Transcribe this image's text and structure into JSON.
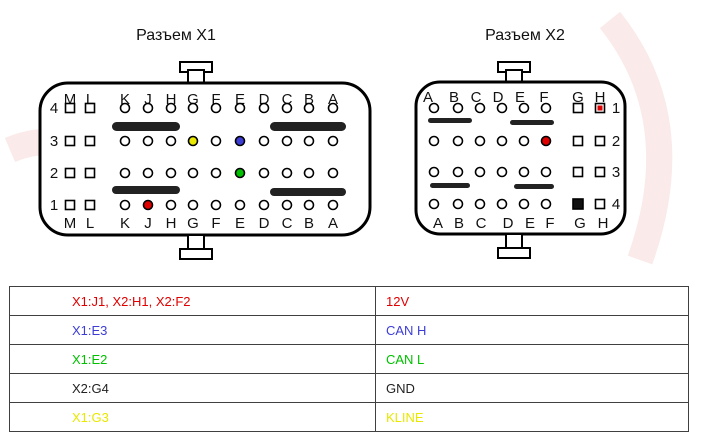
{
  "colors": {
    "red": "#e00000",
    "blue": "#3d3dd6",
    "green": "#00c000",
    "yellow": "#e8e800",
    "dark": "#333333"
  },
  "connectors": [
    {
      "title": "Разъем X1",
      "top_letters": [
        "M",
        "L",
        "K",
        "J",
        "H",
        "G",
        "F",
        "E",
        "D",
        "C",
        "B",
        "A"
      ],
      "bottom_letters": [
        "M",
        "L",
        "K",
        "J",
        "H",
        "G",
        "F",
        "E",
        "D",
        "C",
        "B",
        "A"
      ],
      "row_numbers": [
        "4",
        "3",
        "2",
        "1"
      ],
      "pins": [
        {
          "label": "X1:J1",
          "color": "red"
        },
        {
          "label": "X1:E3",
          "color": "blue"
        },
        {
          "label": "X1:E2",
          "color": "green"
        },
        {
          "label": "X1:G3",
          "color": "yellow"
        }
      ]
    },
    {
      "title": "Разъем X2",
      "top_letters": [
        "A",
        "B",
        "C",
        "D",
        "E",
        "F",
        "G",
        "H"
      ],
      "bottom_letters": [
        "A",
        "B",
        "C",
        "D",
        "E",
        "F",
        "G",
        "H"
      ],
      "row_numbers": [
        "1",
        "2",
        "3",
        "4"
      ],
      "pins": [
        {
          "label": "X2:H1",
          "color": "red"
        },
        {
          "label": "X2:F2",
          "color": "red"
        },
        {
          "label": "X2:G4",
          "color": "dark"
        }
      ]
    }
  ],
  "table": {
    "rows": [
      {
        "pins": "X1:J1, X2:H1, X2:F2",
        "signal": "12V",
        "color": "#e00000"
      },
      {
        "pins": "X1:E3",
        "signal": "CAN H",
        "color": "#3d3dd6"
      },
      {
        "pins": "X1:E2",
        "signal": "CAN L",
        "color": "#00c000"
      },
      {
        "pins": "X2:G4",
        "signal": "GND",
        "color": "#222222"
      },
      {
        "pins": "X1:G3",
        "signal": "KLINE",
        "color": "#e8e800"
      }
    ]
  }
}
